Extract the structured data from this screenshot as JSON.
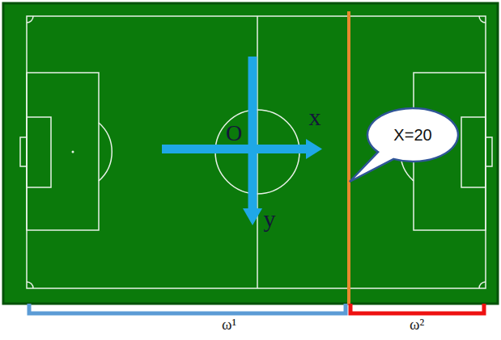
{
  "diagram": {
    "nodes": [
      {
        "text": [
          "X=20"
        ]
      }
    ],
    "labels": [
      "O",
      "x",
      "y",
      "ω¹",
      "ω²"
    ]
  }
}
